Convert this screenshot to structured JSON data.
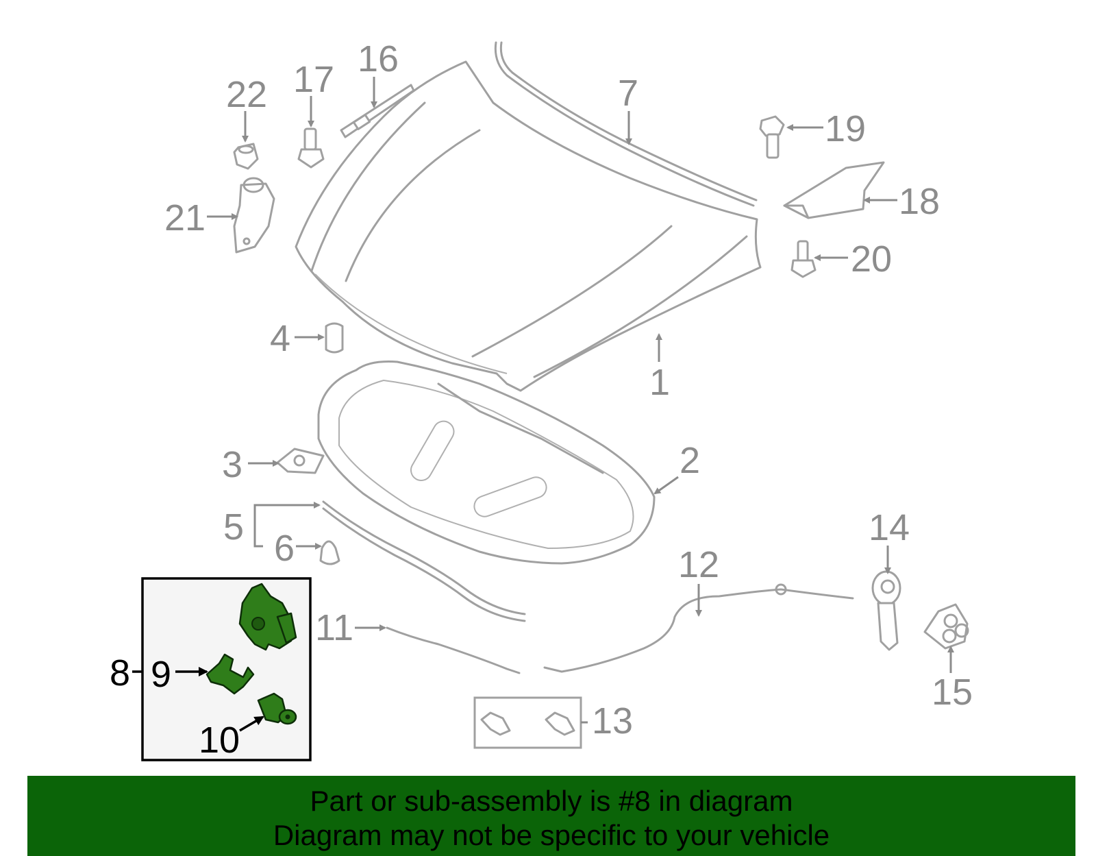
{
  "callouts": {
    "c1": "1",
    "c2": "2",
    "c3": "3",
    "c4": "4",
    "c5": "5",
    "c6": "6",
    "c7": "7",
    "c8": "8",
    "c9": "9",
    "c10": "10",
    "c11": "11",
    "c12": "12",
    "c13": "13",
    "c14": "14",
    "c15": "15",
    "c16": "16",
    "c17": "17",
    "c18": "18",
    "c19": "19",
    "c20": "20",
    "c21": "21",
    "c22": "22"
  },
  "highlight": {
    "color": "#2f7d1a",
    "box_background": "#f5f5f5"
  },
  "banner": {
    "line1": "Part or sub-assembly is #8 in diagram",
    "line2": "Diagram may not be specific to your vehicle",
    "background": "#0b6408"
  }
}
